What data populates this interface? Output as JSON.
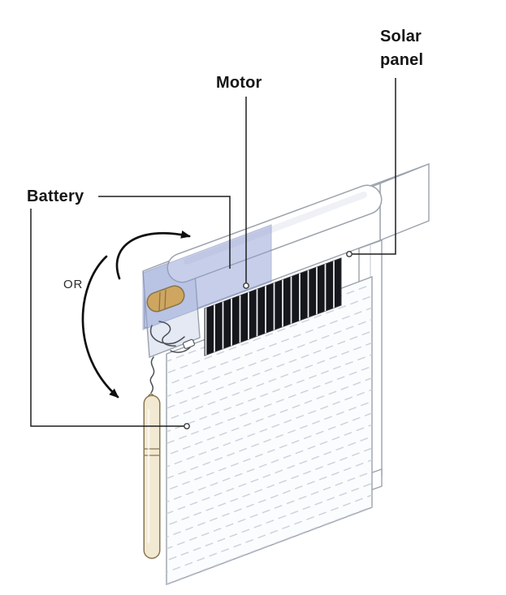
{
  "labels": {
    "solar_panel": "Solar\npanel",
    "motor": "Motor",
    "battery": "Battery",
    "or_choice": "OR"
  },
  "colors": {
    "label_text": "#151515",
    "outline": "#9aa2ac",
    "leader_line": "#1f1f1f",
    "arrow": "#101010",
    "fabric_fill": "#fbfcfd",
    "fabric_line": "#c6ccd8",
    "endcap_fill": "#e4e9f3",
    "tube_fill": "#ffffff",
    "headrail_tint": "#909fd4",
    "solar_panel_fill": "#16171c",
    "solar_panel_stripe": "#f4f5f8",
    "motor_head_gold": "#cfa660",
    "motor_head_gold_dark": "#86744a",
    "battery_wand_fill": "#f2e9d3",
    "battery_wand_edge": "#87764f",
    "wire": "#4a4f57"
  }
}
